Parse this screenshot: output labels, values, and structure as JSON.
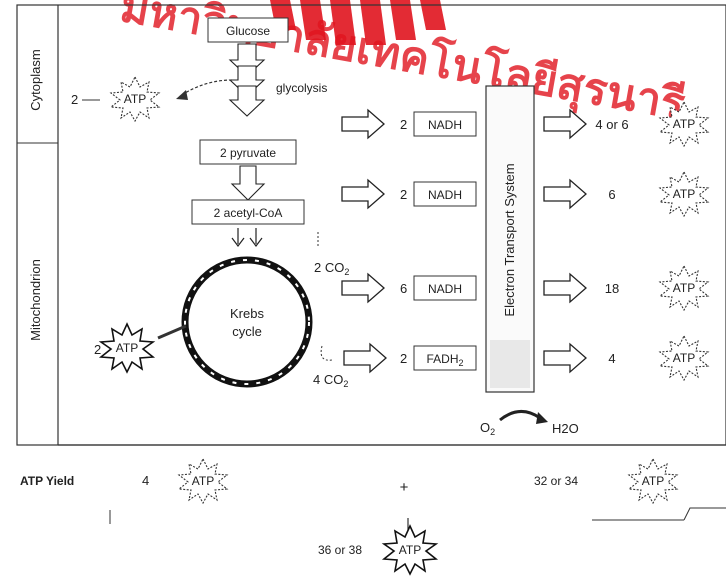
{
  "watermark": {
    "text": "มหาวิทยาลัยเทคโนโลยีสุรนารี",
    "color": "#e0141e"
  },
  "regions": {
    "cytoplasm": "Cytoplasm",
    "mitochondrion": "Mitochondrion"
  },
  "molecules": {
    "glucose": "Glucose",
    "glycolysis": "glycolysis",
    "pyruvate": "2 pyruvate",
    "acetyl_coa": "2 acetyl-CoA",
    "krebs_line1": "Krebs",
    "krebs_line2": "cycle",
    "co2_top": "2 CO",
    "co2_top_sub": "2",
    "co2_bottom": "4 CO",
    "co2_bottom_sub": "2",
    "o2": "O",
    "o2_sub": "2",
    "h2o": "H2O"
  },
  "etc_label": "Electron Transport System",
  "carriers": [
    {
      "count": "2",
      "name": "NADH",
      "yield": "4 or 6"
    },
    {
      "count": "2",
      "name": "NADH",
      "yield": "6"
    },
    {
      "count": "6",
      "name": "NADH",
      "yield": "18"
    },
    {
      "count": "2",
      "name": "FADH",
      "name_sub": "2",
      "yield": "4"
    }
  ],
  "atp_label": "ATP",
  "glycolysis_atp": "2",
  "krebs_atp": "2",
  "yield_row": {
    "label": "ATP Yield",
    "glycolysis_count": "4",
    "plus": "+",
    "etc_count": "32 or 34",
    "total": "36 or 38"
  }
}
